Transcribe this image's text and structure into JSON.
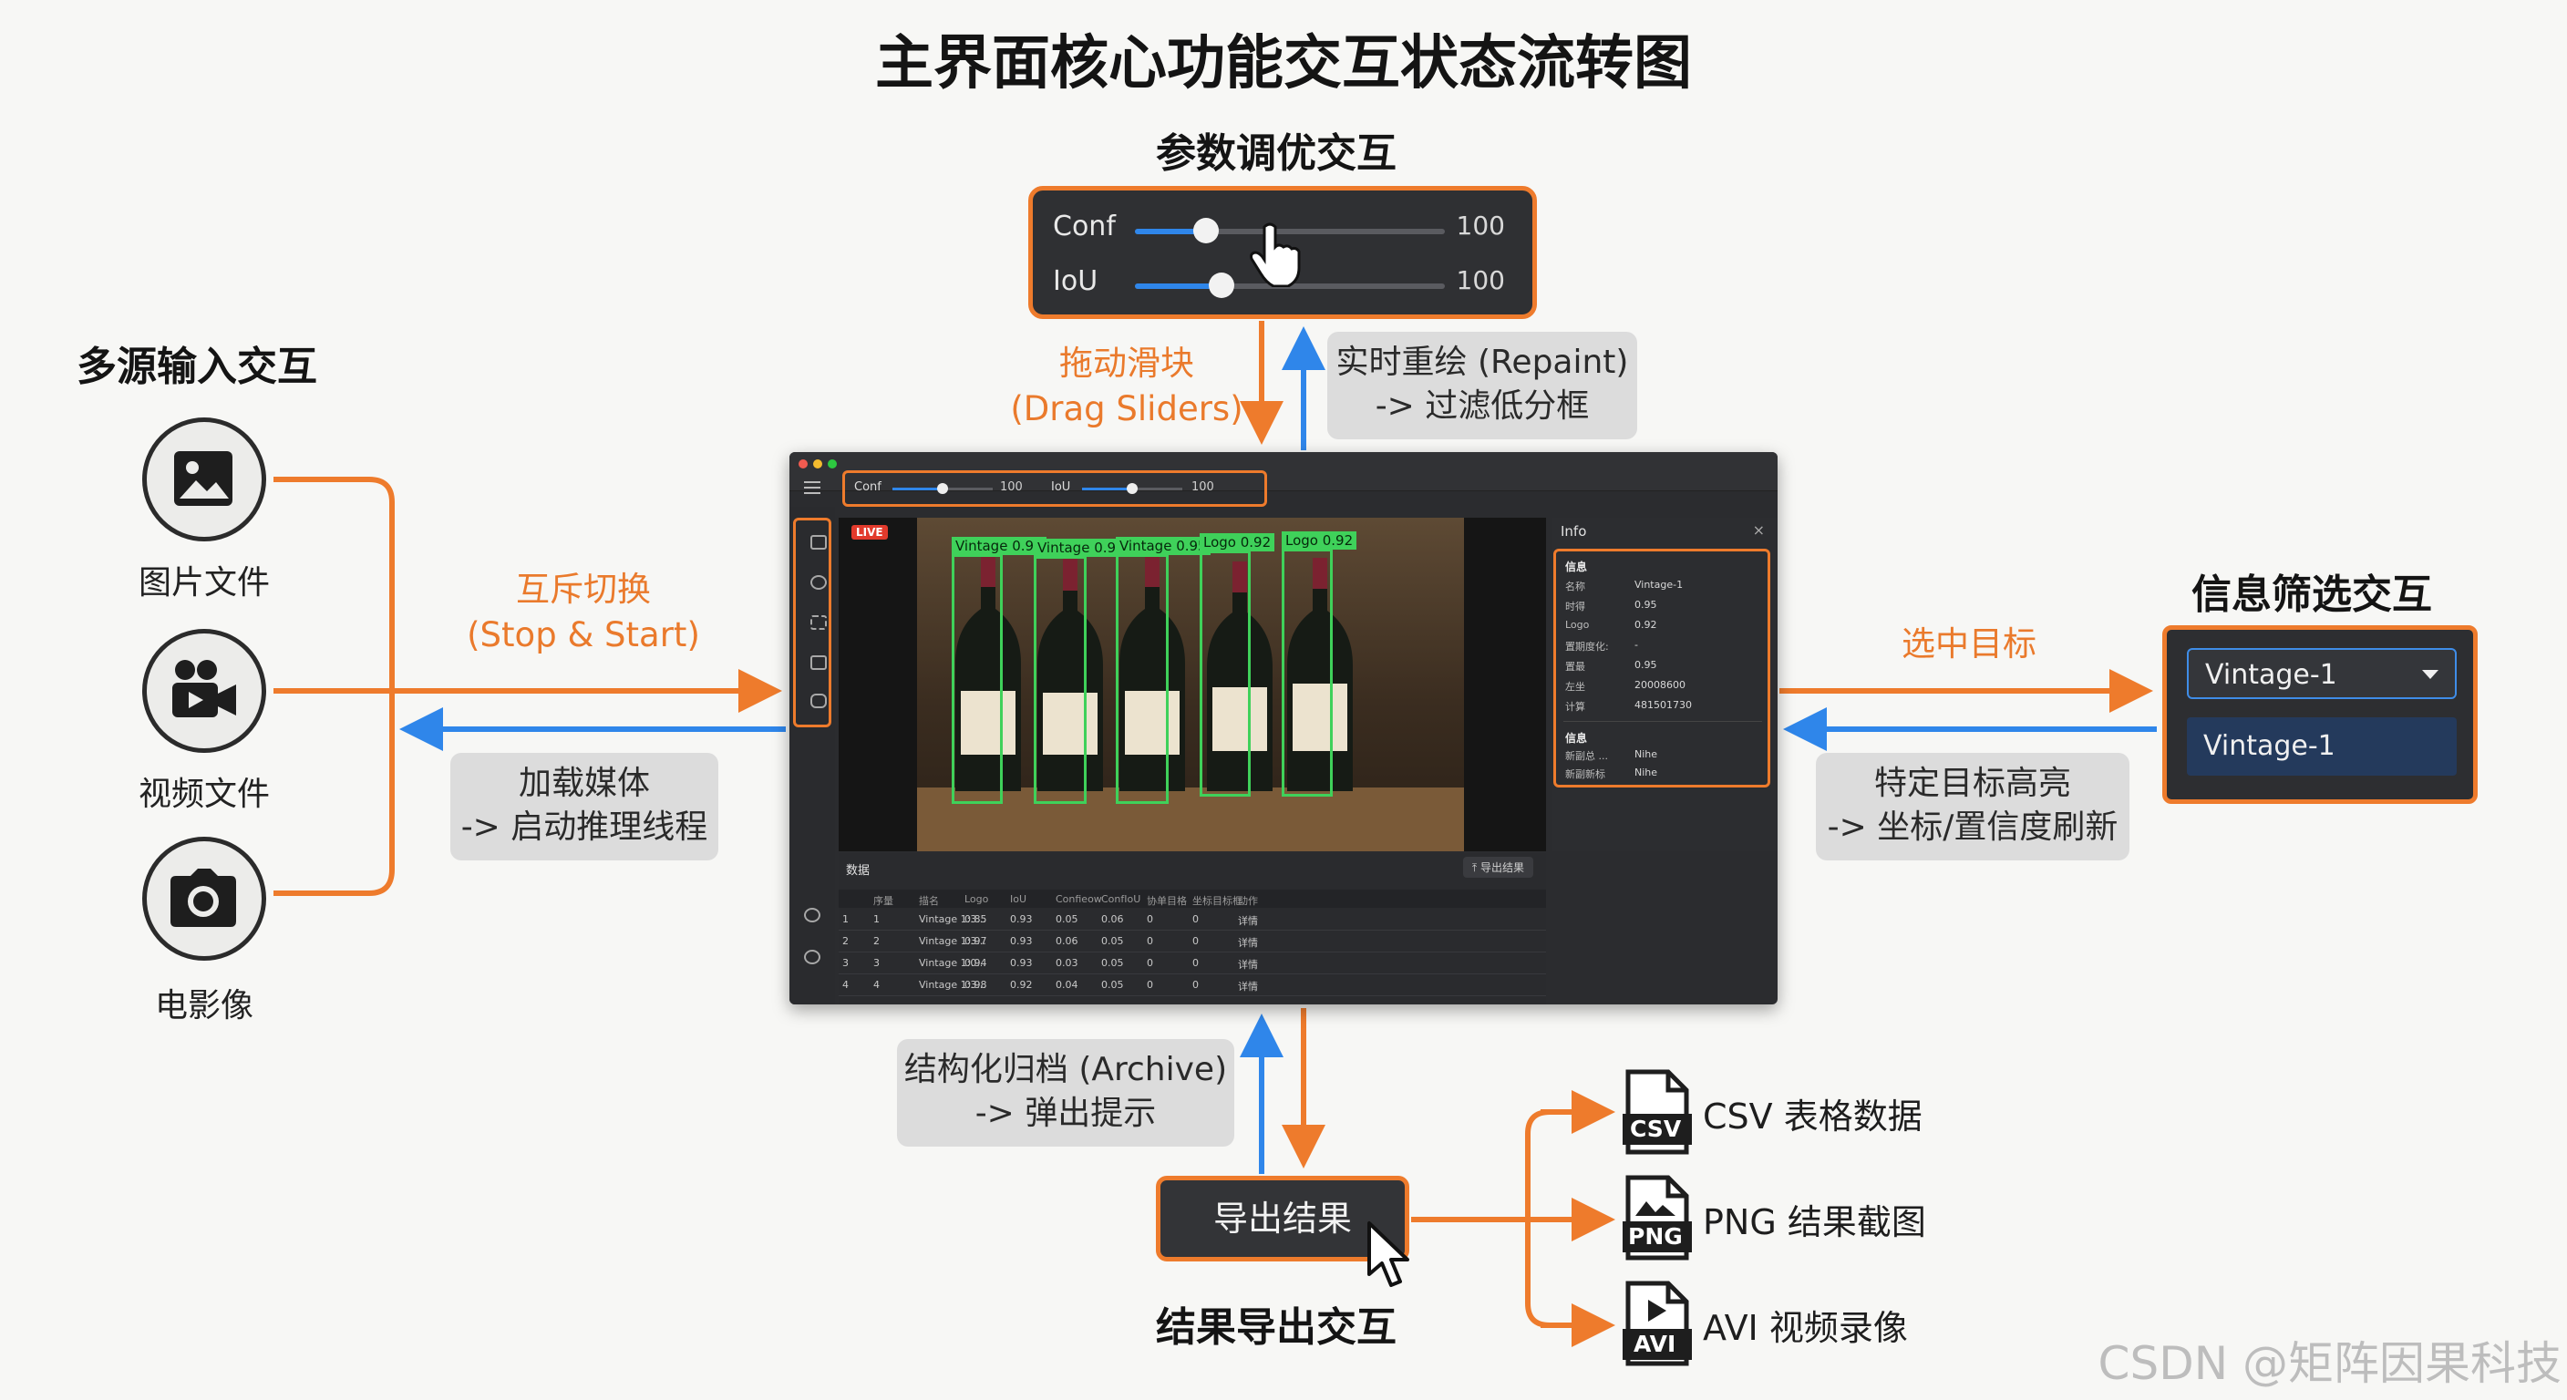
{
  "title": "主界面核心功能交互状态流转图",
  "colors": {
    "accent_orange": "#ee7b2c",
    "accent_blue": "#2f86ea",
    "box_green": "#3fd15a"
  },
  "param": {
    "section_title": "参数调优交互",
    "conf_label": "Conf",
    "conf_value": "100",
    "conf_level": 0.23,
    "iou_label": "IoU",
    "iou_value": "100",
    "iou_level": 0.28,
    "action_label_line1": "拖动滑块",
    "action_label_line2": "(Drag Sliders)",
    "result_line1": "实时重绘 (Repaint)",
    "result_line2": "-> 过滤低分框"
  },
  "input": {
    "section_title": "多源输入交互",
    "sources": [
      {
        "label": "图片文件",
        "icon": "image-icon"
      },
      {
        "label": "视频文件",
        "icon": "video-camera-icon"
      },
      {
        "label": "电影像",
        "icon": "camera-icon"
      }
    ],
    "action_label_line1": "互斥切换",
    "action_label_line2": "(Stop & Start)",
    "result_line1": "加载媒体",
    "result_line2": "-> 启动推理线程"
  },
  "filter": {
    "section_title": "信息筛选交互",
    "action_label": "选中目标",
    "selected": "Vintage-1",
    "option": "Vintage-1",
    "result_line1": "特定目标高亮",
    "result_line2": "-> 坐标/置信度刷新"
  },
  "export": {
    "section_title": "结果导出交互",
    "button_label": "导出结果",
    "result_line1": "结构化归档 (Archive)",
    "result_line2": "-> 弹出提示",
    "files": [
      {
        "badge": "CSV",
        "label": "CSV 表格数据",
        "icon": "csv-file-icon"
      },
      {
        "badge": "PNG",
        "label": "PNG 结果截图",
        "icon": "png-file-icon"
      },
      {
        "badge": "AVI",
        "label": "AVI 视频录像",
        "icon": "avi-file-icon"
      }
    ]
  },
  "app": {
    "conf_label": "Conf",
    "conf_value": "100",
    "conf_level": 0.5,
    "iou_label": "IoU",
    "iou_value": "100",
    "iou_level": 0.5,
    "live_badge": "LIVE",
    "detections": [
      {
        "label": "Vintage 0.95"
      },
      {
        "label": "Vintage 0.95"
      },
      {
        "label": "Vintage 0.95"
      },
      {
        "label": "Logo 0.92"
      },
      {
        "label": "Logo 0.92"
      }
    ],
    "info": {
      "title": "Info",
      "close": "×",
      "section1": "信息",
      "rows": [
        {
          "k": "名称",
          "v": "Vintage-1"
        },
        {
          "k": "时得",
          "v": "0.95"
        },
        {
          "k": "Logo",
          "v": "0.92"
        },
        {
          "k": "置期度化:",
          "v": "-"
        },
        {
          "k": "置最",
          "v": "0.95"
        },
        {
          "k": "左坐",
          "v": "20008600"
        },
        {
          "k": "计算",
          "v": "481501730"
        }
      ],
      "section2": "信息",
      "rows2": [
        {
          "k": "新副总 ...",
          "v": "Nihe"
        },
        {
          "k": "新副新标",
          "v": "Nihe"
        }
      ]
    },
    "table": {
      "title": "数据",
      "export_label": "⤒ 导出结果",
      "headers": [
        "",
        "序量",
        "描名",
        "Logo",
        "IoU",
        "Confieow",
        "ConfIoU",
        "协单目格",
        "坐标目标框",
        "动作"
      ],
      "rows": [
        [
          "1",
          "1",
          "Vintage 1:3...",
          "0.85",
          "0.93",
          "0.05",
          "0.06",
          "0",
          "0",
          "详情"
        ],
        [
          "2",
          "2",
          "Vintage 1:3...",
          "0.97",
          "0.93",
          "0.06",
          "0.05",
          "0",
          "0",
          "详情"
        ],
        [
          "3",
          "3",
          "Vintage 1:0...",
          "0.94",
          "0.93",
          "0.03",
          "0.05",
          "0",
          "0",
          "详情"
        ],
        [
          "4",
          "4",
          "Vintage 1:3...",
          "0.98",
          "0.92",
          "0.04",
          "0.05",
          "0",
          "0",
          "详情"
        ]
      ]
    }
  },
  "watermark": "CSDN @矩阵因果科技"
}
